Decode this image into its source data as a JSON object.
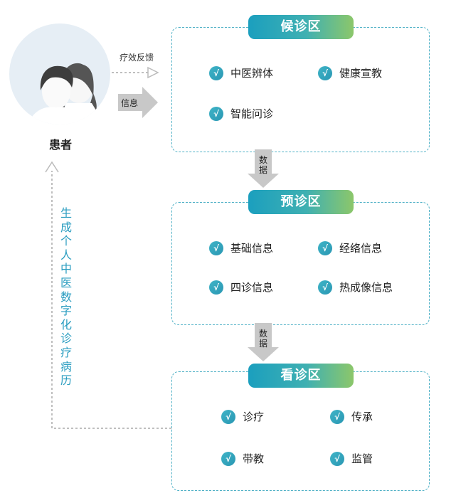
{
  "patient": {
    "label": "患者",
    "feedback_label": "疗效反馈",
    "info_label": "信息"
  },
  "zones": [
    {
      "title": "候诊区",
      "items": [
        "中医辨体",
        "健康宣教",
        "智能问诊"
      ]
    },
    {
      "title": "预诊区",
      "items": [
        "基础信息",
        "经络信息",
        "四诊信息",
        "热成像信息"
      ]
    },
    {
      "title": "看诊区",
      "items": [
        "诊疗",
        "传承",
        "带教",
        "监管"
      ]
    }
  ],
  "flow": {
    "data_arrow_1": "数据",
    "data_arrow_2": "数据"
  },
  "side_text": "生成个人中医数字化诊疗病历",
  "check_glyph": "√",
  "colors": {
    "accent": "#2a9dc0",
    "dashed_border": "#4fb1c6",
    "gradient_start": "#1b9fbe",
    "gradient_end": "#8cc76a",
    "arrow_gray": "#c8c8c8"
  }
}
